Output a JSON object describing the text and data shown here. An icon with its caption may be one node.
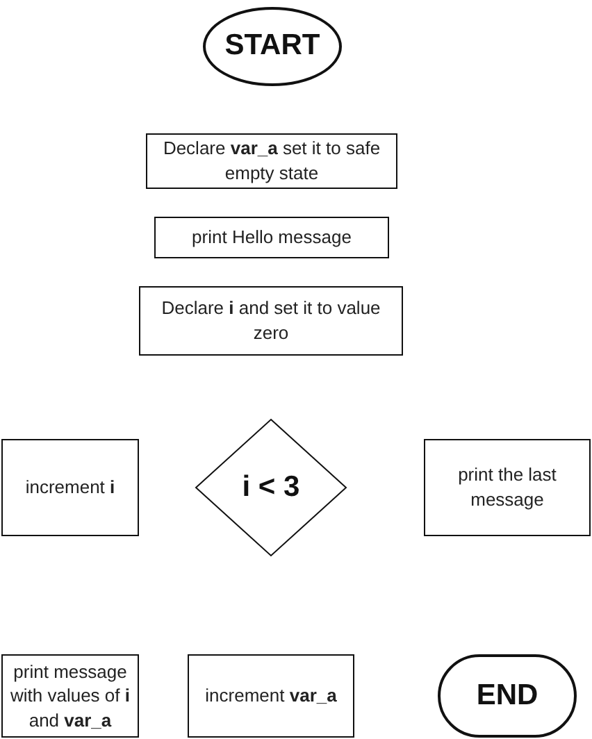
{
  "diagram": {
    "nodes": [
      {
        "text": [
          "START"
        ]
      },
      {
        "text": [
          "Declare **var_a** set it to safe empty state"
        ]
      },
      {
        "text": [
          "print Hello message"
        ]
      },
      {
        "text": [
          "Declare **i** and set it to value zero"
        ]
      },
      {
        "text": [
          "increment **i**"
        ]
      },
      {
        "text": [
          "i < 3"
        ]
      },
      {
        "text": [
          "print the last message"
        ]
      },
      {
        "text": [
          "print message with values of **i** and **var_a**"
        ]
      },
      {
        "text": [
          "increment **var_a**"
        ]
      },
      {
        "text": [
          "END"
        ]
      }
    ]
  }
}
